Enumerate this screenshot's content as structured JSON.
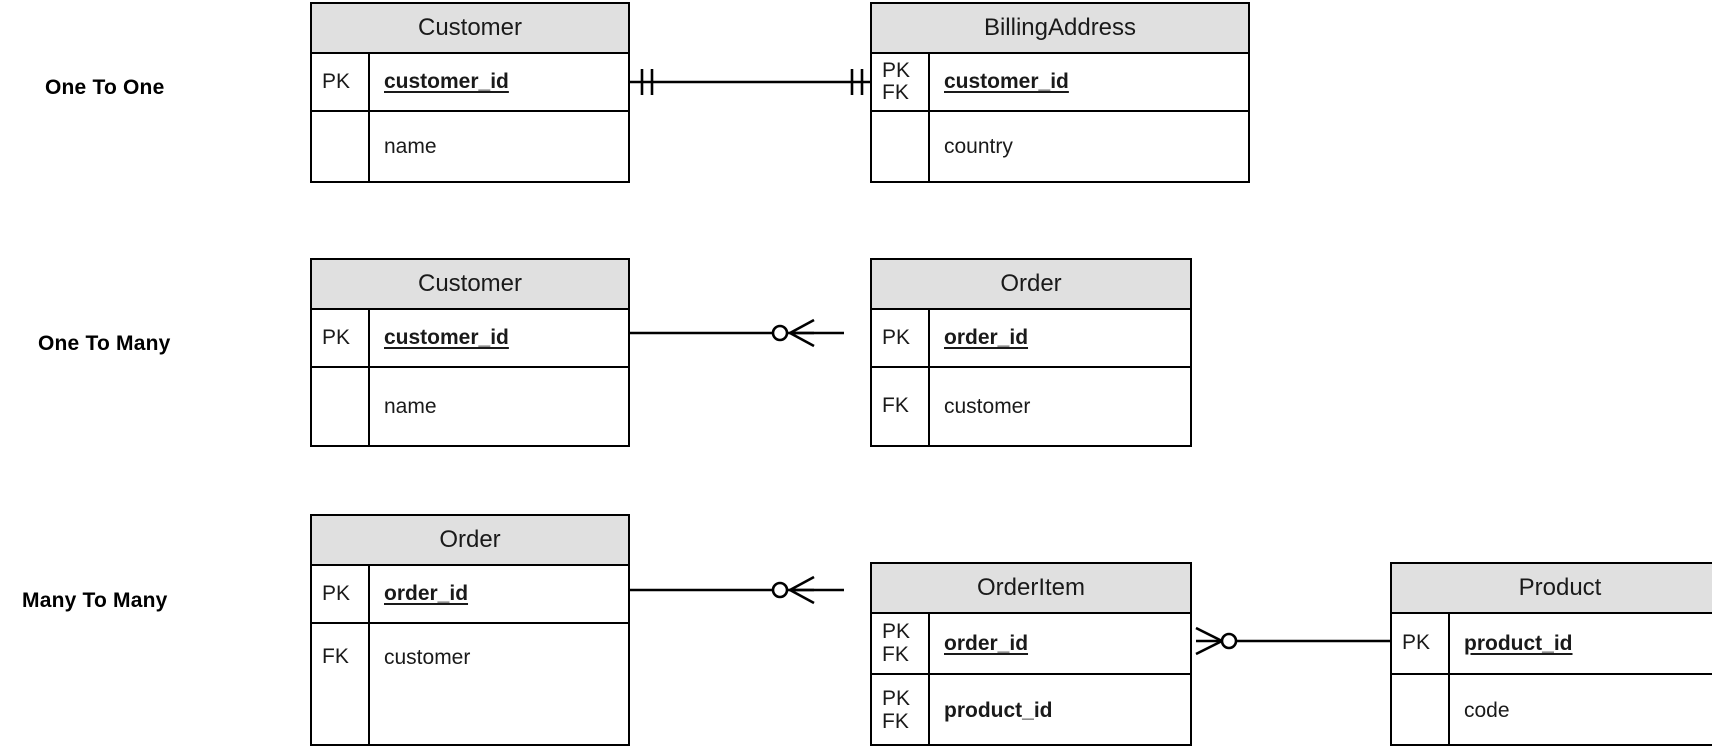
{
  "diagram": {
    "title_visible": false,
    "background": "#ffffff",
    "header_fill": "#e0e0e0",
    "stroke": "#000000"
  },
  "rows": [
    {
      "label": "One To One",
      "relationship": "one-to-one",
      "left_end_marker": "one-and-only-one",
      "right_end_marker": "one-and-only-one"
    },
    {
      "label": "One To Many",
      "relationship": "one-to-many",
      "left_end_marker": "plain",
      "right_end_marker": "zero-or-many"
    },
    {
      "label": "Many To Many",
      "relationship": "many-to-many",
      "left_end_marker": "plain",
      "right_end_marker": "zero-or-many"
    }
  ],
  "entities": {
    "customer_1": {
      "title": "Customer",
      "attributes": [
        {
          "key": "PK",
          "key2": "",
          "name": "customer_id",
          "style": "pk"
        },
        {
          "key": "",
          "key2": "",
          "name": "name",
          "style": "plain"
        }
      ]
    },
    "billing_address": {
      "title": "BillingAddress",
      "attributes": [
        {
          "key": "PK",
          "key2": "FK",
          "name": "customer_id",
          "style": "pk"
        },
        {
          "key": "",
          "key2": "",
          "name": "country",
          "style": "plain"
        }
      ]
    },
    "customer_2": {
      "title": "Customer",
      "attributes": [
        {
          "key": "PK",
          "key2": "",
          "name": "customer_id",
          "style": "pk"
        },
        {
          "key": "",
          "key2": "",
          "name": "name",
          "style": "plain"
        }
      ]
    },
    "order_1": {
      "title": "Order",
      "attributes": [
        {
          "key": "PK",
          "key2": "",
          "name": "order_id",
          "style": "pk"
        },
        {
          "key": "FK",
          "key2": "",
          "name": "customer",
          "style": "plain"
        }
      ]
    },
    "order_2": {
      "title": "Order",
      "attributes": [
        {
          "key": "PK",
          "key2": "",
          "name": "order_id",
          "style": "pk"
        },
        {
          "key": "FK",
          "key2": "",
          "name": "customer",
          "style": "plain"
        }
      ]
    },
    "order_item": {
      "title": "OrderItem",
      "attributes": [
        {
          "key": "PK",
          "key2": "FK",
          "name": "order_id",
          "style": "pk"
        },
        {
          "key": "PK",
          "key2": "FK",
          "name": "product_id",
          "style": "bold-only"
        }
      ]
    },
    "product": {
      "title": "Product",
      "attributes": [
        {
          "key": "PK",
          "key2": "",
          "name": "product_id",
          "style": "pk"
        },
        {
          "key": "",
          "key2": "",
          "name": "code",
          "style": "plain"
        }
      ]
    }
  }
}
